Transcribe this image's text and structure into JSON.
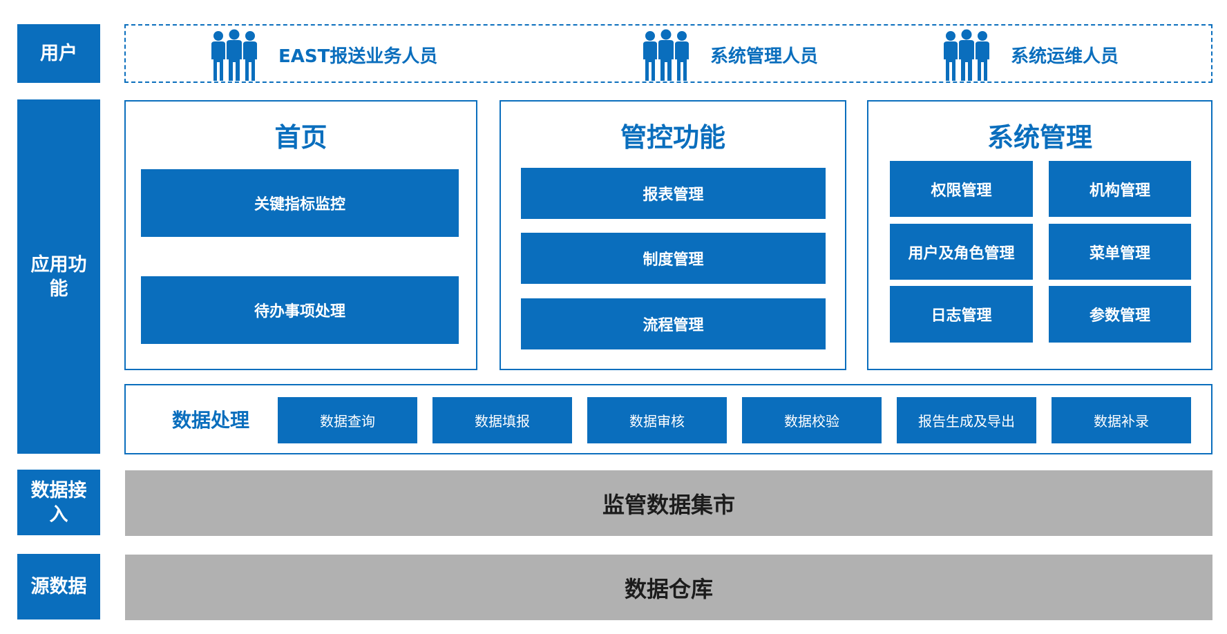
{
  "colors": {
    "primary_blue": "#0a6ebd",
    "gray_band": "#b1b1b1"
  },
  "layers": {
    "user": "用户",
    "application": "应用功能",
    "data_access": "数据接入",
    "source": "源数据"
  },
  "users": [
    {
      "icon": "people-group-icon",
      "label": "EAST报送业务人员"
    },
    {
      "icon": "people-group-icon",
      "label": "系统管理人员"
    },
    {
      "icon": "people-group-icon",
      "label": "系统运维人员"
    }
  ],
  "home": {
    "title": "首页",
    "items": [
      "关键指标监控",
      "待办事项处理"
    ]
  },
  "control": {
    "title": "管控功能",
    "items": [
      "报表管理",
      "制度管理",
      "流程管理"
    ]
  },
  "system": {
    "title": "系统管理",
    "items": [
      "权限管理",
      "机构管理",
      "用户及角色管理",
      "菜单管理",
      "日志管理",
      "参数管理"
    ]
  },
  "processing": {
    "title": "数据处理",
    "items": [
      "数据查询",
      "数据填报",
      "数据审核",
      "数据校验",
      "报告生成及导出",
      "数据补录"
    ]
  },
  "bands": {
    "data_mart": "监管数据集市",
    "warehouse": "数据仓库"
  }
}
